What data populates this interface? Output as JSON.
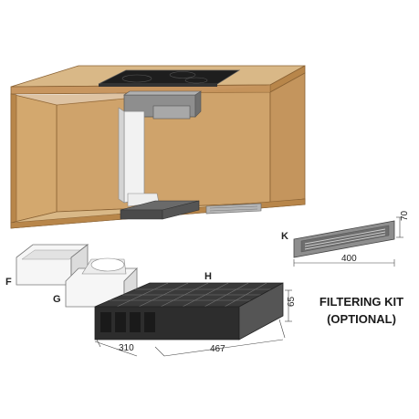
{
  "labels": {
    "k": "K",
    "f": "F",
    "g": "G",
    "h": "H"
  },
  "dimensions": {
    "k_height": "70",
    "k_width": "400",
    "h_height": "65",
    "h_depth": "310",
    "h_width": "467"
  },
  "kit_title": {
    "line1": "FILTERING KIT",
    "line2": "(OPTIONAL)"
  },
  "colors": {
    "cabinet_wood": "#d9b887",
    "cabinet_inner": "#c89e64",
    "cabinet_edge": "#b8864a",
    "hob_black": "#1e1e1e",
    "metal_gray": "#9a9a9a",
    "duct_white": "#f2f2f2"
  }
}
